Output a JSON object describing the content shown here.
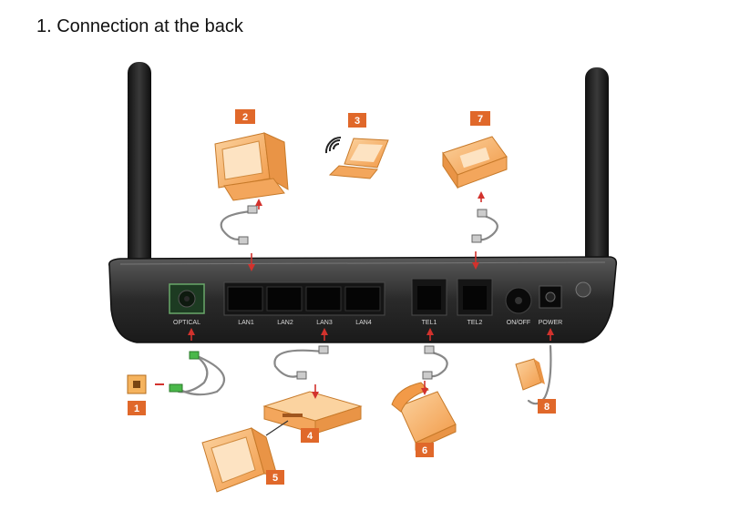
{
  "heading": "1. Connection at the back",
  "ports": {
    "optical": "OPTICAL",
    "lan1": "LAN1",
    "lan2": "LAN2",
    "lan3": "LAN3",
    "lan4": "LAN4",
    "tel1": "TEL1",
    "tel2": "TEL2",
    "onoff": "ON/OFF",
    "power": "POWER"
  },
  "badges": {
    "b1": "1",
    "b2": "2",
    "b3": "3",
    "b4": "4",
    "b5": "5",
    "b6": "6",
    "b7": "7",
    "b8": "8"
  },
  "colors": {
    "device_orange": "#f6a85a",
    "badge_orange": "#e0682a",
    "router_body": "#2c2c2c",
    "arrow_red": "#d2322d"
  }
}
